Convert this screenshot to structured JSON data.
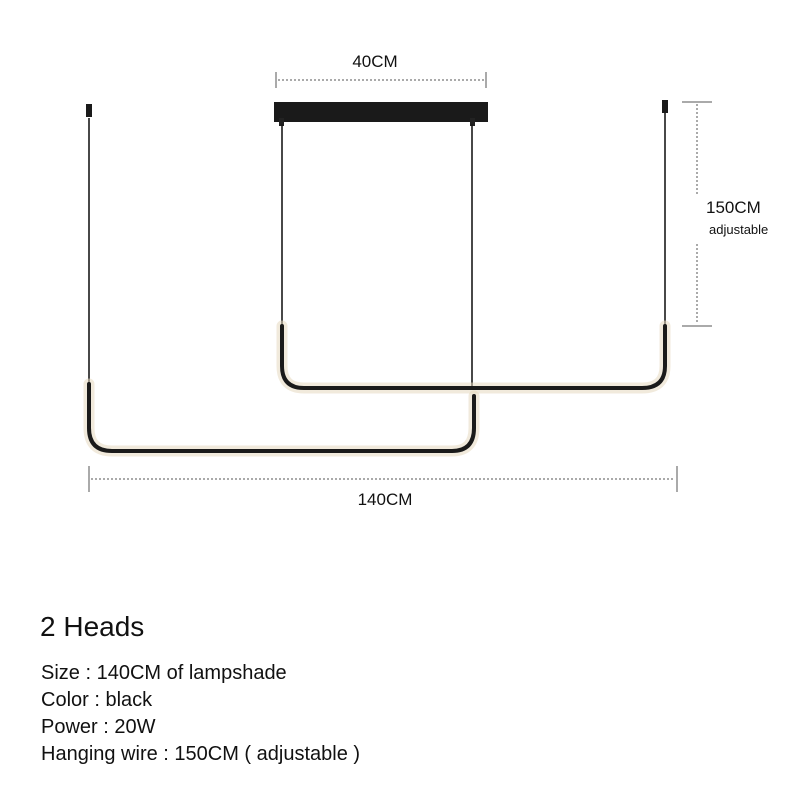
{
  "dimensions": {
    "top_width": "40CM",
    "height": "150CM",
    "height_note": "adjustable",
    "total_width": "140CM"
  },
  "specs": {
    "title": "2 Heads",
    "lines": [
      "Size : 140CM of lampshade",
      "Color : black",
      "Power : 20W",
      "Hanging wire : 150CM ( adjustable )"
    ]
  },
  "colors": {
    "lamp_body": "#1a1a1a",
    "glow": "#d8c8a8",
    "dimension_line": "#555555"
  }
}
